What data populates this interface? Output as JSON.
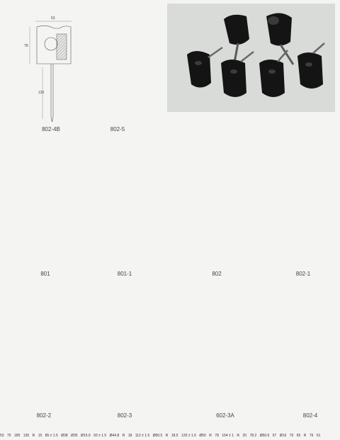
{
  "photo": {
    "alt_icon": "insulator-photo",
    "bg": "#d8dbd8",
    "piece_color": "#141414"
  },
  "row1": {
    "d1": {
      "caption": "802-4B",
      "dim_w": "53",
      "dim_h": "78",
      "dim_shaft": "120"
    },
    "d2": {
      "caption": "802-5",
      "dim_w": "53",
      "dim_h": "75",
      "dim_bracket": "185",
      "dim_base": "135"
    }
  },
  "row2": {
    "d1": {
      "caption": "801",
      "dim_r": "R",
      "dim_15": "15",
      "dim_len": "85 ± 1.5",
      "dim_base": "Ø38"
    },
    "d2": {
      "caption": "801-1",
      "dim_top": "Ø35",
      "dim_hole": "Ø15.9",
      "dim_len": "93 ± 1.5"
    },
    "d3": {
      "caption": "802",
      "dim_top": "Ø44.8",
      "dim_r": "R",
      "dim_18": "18",
      "dim_len": "112 ± 1.5"
    },
    "d4": {
      "caption": "802-1",
      "dim_top": "Ø50.5",
      "dim_r": "R",
      "dim_185": "18.5",
      "dim_len": "126 ± 1.5"
    }
  },
  "row3": {
    "d1": {
      "caption": "802-2",
      "dim_top": "Ø50",
      "dim_r": "R",
      "dim_78": "78",
      "dim_len": "154 ± 1"
    },
    "d2": {
      "caption": "802-3",
      "dim_r": "R",
      "dim_20": "20",
      "dim_782": "78.2",
      "dim_base": "Ø50.6",
      "dim_57": "57"
    },
    "d3": {
      "caption": "602-3A",
      "dim_hole": "Ø16",
      "dim_70": "70",
      "dim_65": "65"
    },
    "d4": {
      "caption": "802-4",
      "dim_76": "76",
      "dim_r": "R",
      "dim_61": "61"
    }
  }
}
